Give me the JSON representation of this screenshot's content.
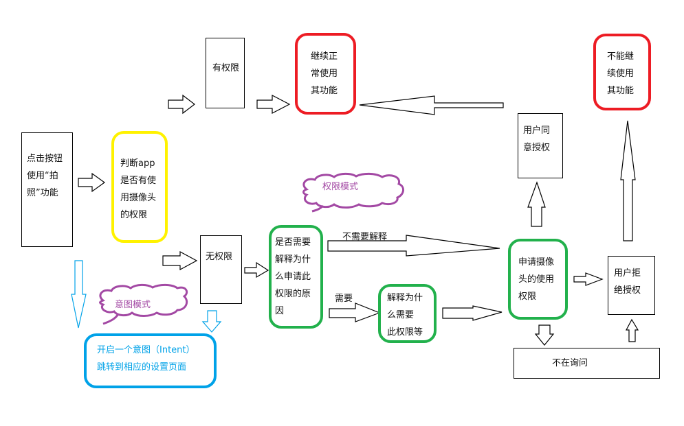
{
  "title": "Android camera permission request flow",
  "colors": {
    "red": "#ed1c24",
    "yellow": "#fff200",
    "green": "#22b14c",
    "blue": "#00a2e8",
    "purple": "#a349a4",
    "black": "#000000"
  },
  "nodes": {
    "click_button": "点击按钮\n使用“拍\n照”功能",
    "check_permission": "判断app\n是否有使\n用摄像头\n的权限",
    "has_permission": "有权限",
    "continue_use": "继续正\n常使用\n其功能",
    "cannot_continue": "不能继\n续使用\n其功能",
    "user_agree": "用户同\n意授权",
    "no_permission": "无权限",
    "need_explain": "是否需要\n解释为什\n么申请此\n权限的原\n因",
    "explain_why": "解释为什\n么需要\n此权限等",
    "request_camera": "申请摄像\n头的使用\n权限",
    "user_reject": "用户拒\n绝授权",
    "no_longer_ask": "不在询问",
    "open_intent": "开启一个意图（Intent）\n跳转到相应的设置页面"
  },
  "clouds": {
    "permission_mode": "权限模式",
    "intent_mode": "意图模式"
  },
  "edge_labels": {
    "no_explain": "不需要解释",
    "need": "需要"
  }
}
